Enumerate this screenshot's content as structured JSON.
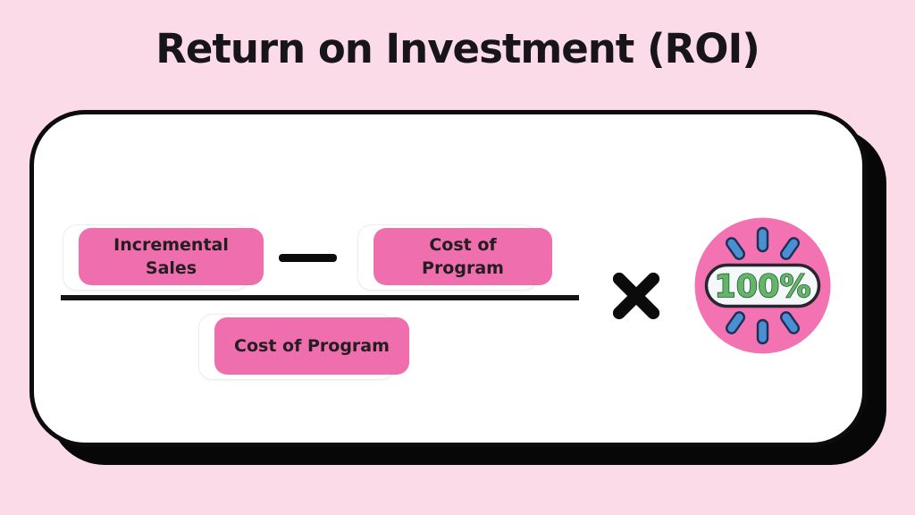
{
  "title": "Return on Investment (ROI)",
  "formula": {
    "numerator_left": {
      "line1": "Incremental",
      "line2": "Sales"
    },
    "minus_symbol": "−",
    "numerator_right": {
      "line1": "Cost of",
      "line2": "Program"
    },
    "denominator": {
      "label": "Cost of Program"
    },
    "times_symbol": "×"
  },
  "badge": {
    "value": "100%"
  },
  "colors": {
    "background_pink": "#fcdbe8",
    "card_white": "#ffffff",
    "outline_black": "#0c0c0c",
    "chip_pink": "#ef6ead",
    "badge_pink": "#f272b2",
    "ray_blue": "#4a8fd4",
    "badge_green": "#63b667",
    "text_ink": "#221e22"
  }
}
